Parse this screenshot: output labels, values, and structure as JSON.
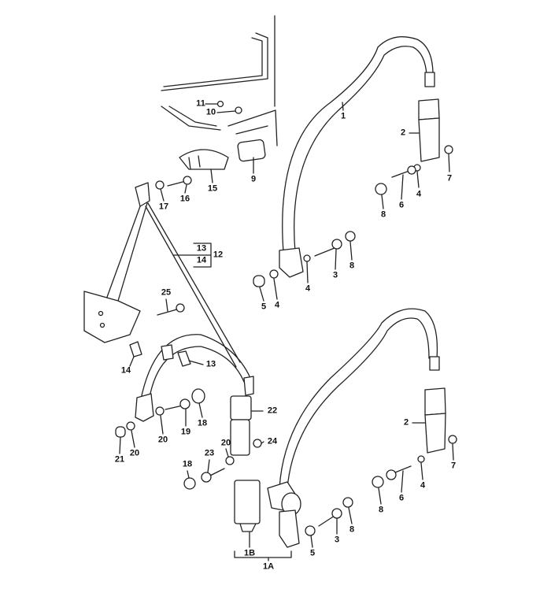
{
  "diagram": {
    "title": "Seat belt parts exploded view",
    "callouts": {
      "c11": "11",
      "c10": "10",
      "c9": "9",
      "c15": "15",
      "c16": "16",
      "c17": "17",
      "c13a": "13",
      "c14a": "14",
      "c12": "12",
      "c1": "1",
      "c2a": "2",
      "c7a": "7",
      "c4a": "4",
      "c6a": "6",
      "c8a": "8",
      "c4b": "4",
      "c3a": "3",
      "c8b": "8",
      "c5a": "5",
      "c4c": "4",
      "c25": "25",
      "c14b": "14",
      "c13b": "13",
      "c22": "22",
      "c24": "24",
      "c20a": "20",
      "c23": "23",
      "c18a": "18",
      "c19": "19",
      "c18b": "18",
      "c20b": "20",
      "c21": "21",
      "c20c": "20",
      "c2b": "2",
      "c7b": "7",
      "c4d": "4",
      "c6b": "6",
      "c8c": "8",
      "c8d": "8",
      "c3b": "3",
      "c5b": "5",
      "c1B": "1B",
      "c1A": "1A"
    }
  }
}
